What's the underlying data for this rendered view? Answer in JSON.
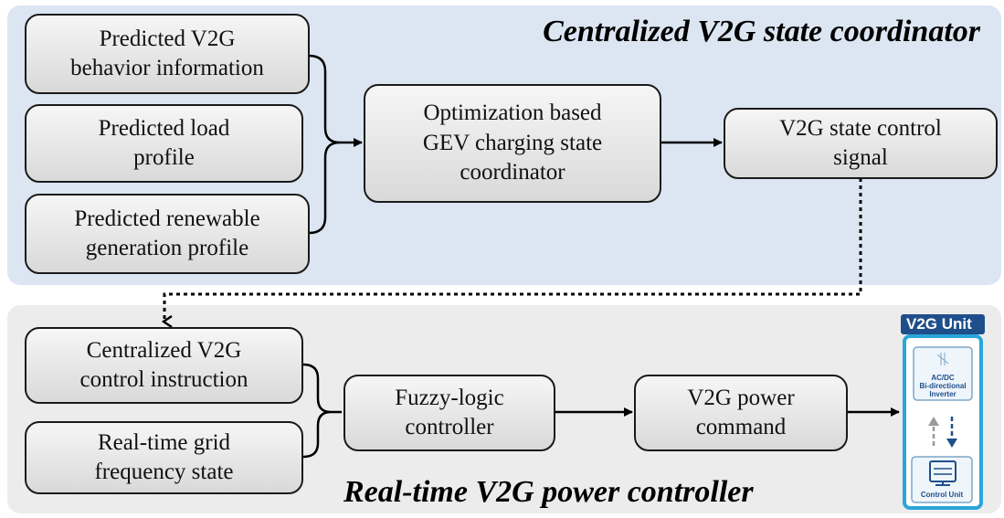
{
  "top_section": {
    "title": "Centralized V2G state coordinator",
    "inputs": [
      "Predicted V2G\nbehavior information",
      "Predicted load\nprofile",
      "Predicted renewable\ngeneration profile"
    ],
    "coordinator": "Optimization based\nGEV charging state\ncoordinator",
    "output": "V2G state control\nsignal"
  },
  "bottom_section": {
    "title": "Real-time V2G power controller",
    "inputs": [
      "Centralized V2G\ncontrol instruction",
      "Real-time grid\nfrequency state"
    ],
    "controller": "Fuzzy-logic\ncontroller",
    "command": "V2G power\ncommand"
  },
  "v2g_unit": {
    "title": "V2G Unit",
    "inverter_label": "AC/DC\nBi-directional\nInverter",
    "control_label": "Control Unit"
  },
  "colors": {
    "top_panel": "#dce6f2",
    "bottom_panel": "#ececec",
    "unit_blue": "#1f4f8a",
    "unit_cyan": "#2aa6d8"
  }
}
